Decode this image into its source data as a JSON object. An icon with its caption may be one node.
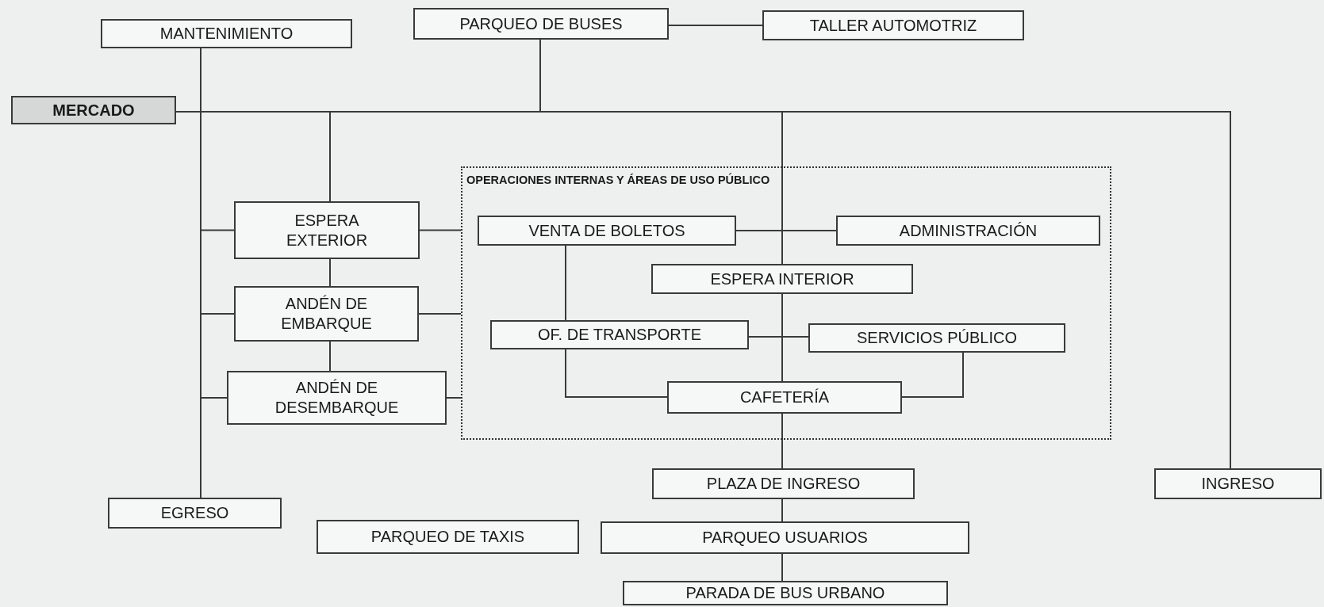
{
  "diagram": {
    "nodes": [
      {
        "text": [
          "MANTENIMIENTO"
        ]
      },
      {
        "text": [
          "PARQUEO DE BUSES"
        ]
      },
      {
        "text": [
          "TALLER AUTOMOTRIZ"
        ]
      },
      {
        "text": [
          "MERCADO"
        ]
      },
      {
        "text": [
          "OPERACIONES INTERNAS Y ÁREAS DE USO PÚBLICO"
        ]
      },
      {
        "text": [
          "VENTA DE BOLETOS"
        ],
        "in": 4
      },
      {
        "text": [
          "ADMINISTRACIÓN"
        ],
        "in": 4
      },
      {
        "text": [
          "ESPERA INTERIOR"
        ],
        "in": 4
      },
      {
        "text": [
          "OF. DE TRANSPORTE"
        ],
        "in": 4
      },
      {
        "text": [
          "SERVICIOS PÚBLICO"
        ],
        "in": 4
      },
      {
        "text": [
          "CAFETERÍA"
        ],
        "in": 4
      },
      {
        "text": [
          "ESPERA EXTERIOR"
        ]
      },
      {
        "text": [
          "ANDÉN DE EMBARQUE"
        ]
      },
      {
        "text": [
          "ANDÉN DE DESEMBARQUE"
        ]
      },
      {
        "text": [
          "EGRESO"
        ]
      },
      {
        "text": [
          "PARQUEO DE TAXIS"
        ]
      },
      {
        "text": [
          "PLAZA DE INGRESO"
        ]
      },
      {
        "text": [
          "PARQUEO USUARIOS"
        ]
      },
      {
        "text": [
          "PARADA DE BUS URBANO"
        ]
      },
      {
        "text": [
          "INGRESO"
        ]
      }
    ],
    "edges": [
      {
        "from": 3,
        "to": 19,
        "arrow": "none"
      },
      {
        "from": 3,
        "to": 1,
        "arrow": "none"
      },
      {
        "from": 1,
        "to": 2,
        "arrow": "none"
      },
      {
        "from": 0,
        "to": 14,
        "arrow": "none"
      },
      {
        "from": 0,
        "to": 11,
        "arrow": "none"
      },
      {
        "from": 0,
        "to": 12,
        "arrow": "none"
      },
      {
        "from": 0,
        "to": 13,
        "arrow": "none"
      },
      {
        "from": 3,
        "to": 11,
        "arrow": "none"
      },
      {
        "from": 11,
        "to": 12,
        "arrow": "none"
      },
      {
        "from": 12,
        "to": 13,
        "arrow": "none"
      },
      {
        "from": 11,
        "to": 4,
        "arrow": "none"
      },
      {
        "from": 12,
        "to": 4,
        "arrow": "none"
      },
      {
        "from": 13,
        "to": 4,
        "arrow": "none"
      },
      {
        "from": 3,
        "to": 7,
        "arrow": "none"
      },
      {
        "from": 5,
        "to": 6,
        "arrow": "none"
      },
      {
        "from": 7,
        "to": 10,
        "arrow": "none"
      },
      {
        "from": 5,
        "to": 8,
        "arrow": "none"
      },
      {
        "from": 8,
        "to": 10,
        "arrow": "none"
      },
      {
        "from": 8,
        "to": 9,
        "arrow": "none"
      },
      {
        "from": 9,
        "to": 10,
        "arrow": "none"
      },
      {
        "from": 10,
        "to": 16,
        "arrow": "none"
      },
      {
        "from": 16,
        "to": 17,
        "arrow": "none"
      },
      {
        "from": 17,
        "to": 18,
        "arrow": "none"
      }
    ]
  }
}
